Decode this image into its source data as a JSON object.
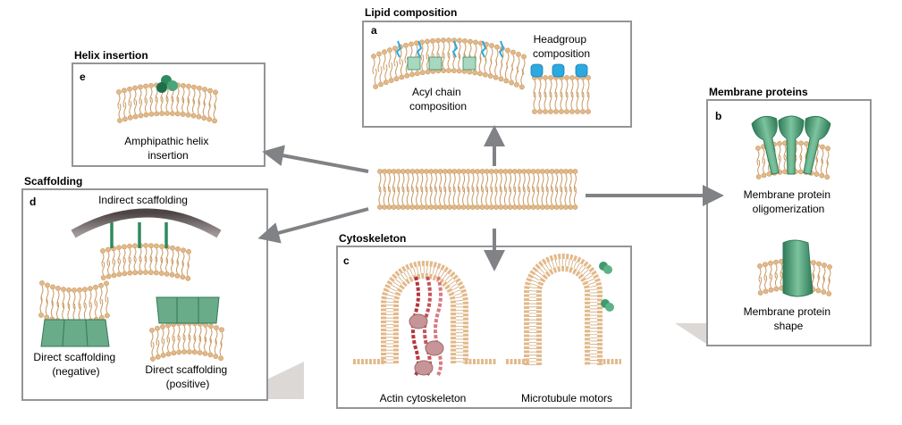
{
  "panels": {
    "lipid": {
      "title": "Lipid composition",
      "letter": "a",
      "headgroup_label": [
        "Headgroup",
        "composition"
      ],
      "acyl_label": [
        "Acyl chain",
        "composition"
      ]
    },
    "membrane_proteins": {
      "title": "Membrane proteins",
      "letter": "b",
      "oligo_label": [
        "Membrane protein",
        "oligomerization"
      ],
      "shape_label": [
        "Membrane protein",
        "shape"
      ]
    },
    "cytoskeleton": {
      "title": "Cytoskeleton",
      "letter": "c",
      "actin_label": "Actin cytoskeleton",
      "microtubule_label": "Microtubule motors"
    },
    "scaffolding": {
      "title": "Scaffolding",
      "letter": "d",
      "indirect_label": "Indirect scaffolding",
      "direct_negative_label": [
        "Direct scaffolding",
        "(negative)"
      ],
      "direct_positive_label": [
        "Direct scaffolding",
        "(positive)"
      ]
    },
    "helix": {
      "title": "Helix insertion",
      "letter": "e",
      "label": [
        "Amphipathic helix",
        "insertion"
      ]
    }
  },
  "colors": {
    "lipid_head": "#e2b98a",
    "lipid_tail": "#c8975f",
    "protein_green": "#4a9a72",
    "actin_red": "#c0404a",
    "arrow_gray": "#808285",
    "panel_border": "#939598",
    "shadow": "#d6d2cf"
  }
}
